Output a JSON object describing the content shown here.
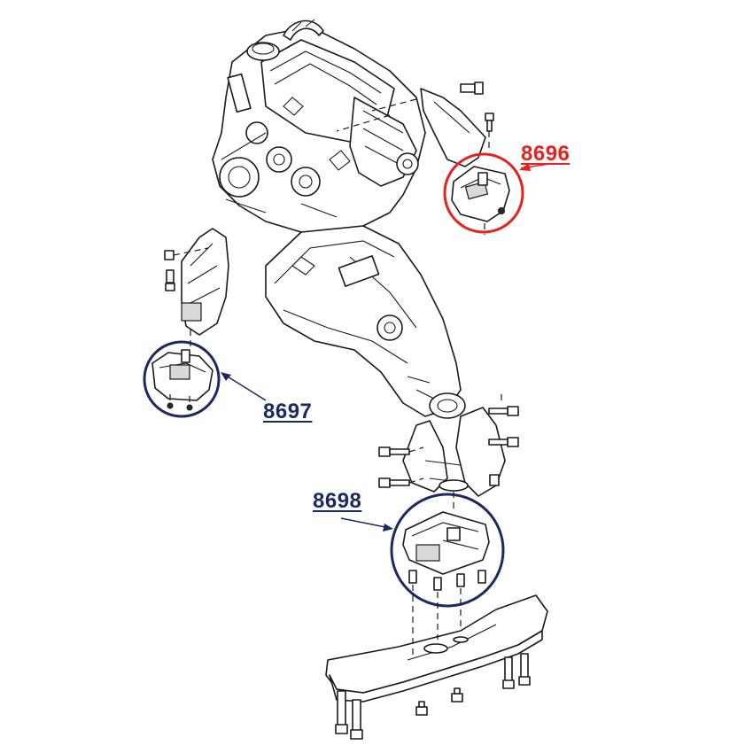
{
  "callouts": [
    {
      "id": "8696",
      "label": "8696",
      "color": "#e8201f"
    },
    {
      "id": "8697",
      "label": "8697",
      "color": "#1c2a62"
    },
    {
      "id": "8698",
      "label": "8698",
      "color": "#1c2a62"
    }
  ],
  "colors": {
    "line_art": "#1a1a1a",
    "highlight_red": "#e8201f",
    "highlight_navy": "#1c2a62",
    "background": "#ffffff"
  }
}
